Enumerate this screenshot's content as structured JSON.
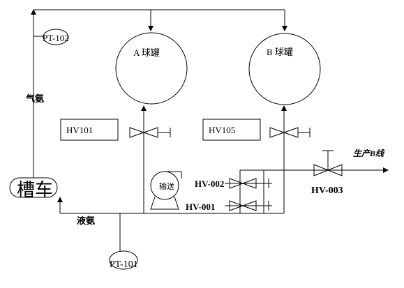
{
  "tanks": {
    "a": {
      "label": "A 球罐"
    },
    "b": {
      "label": "B 球罐"
    }
  },
  "instruments": {
    "pt102": "PT-102",
    "pt101": "PT-101"
  },
  "valve_boxes": {
    "hv101": "HV101",
    "hv105": "HV105"
  },
  "valves": {
    "hv002": "HV-002",
    "hv001": "HV-001",
    "hv003": "HV-003"
  },
  "equipment": {
    "tanker": "槽车",
    "pump": "输送"
  },
  "lines": {
    "gas": "气氨",
    "liquid": "液氨",
    "production_b": "生产B线"
  }
}
